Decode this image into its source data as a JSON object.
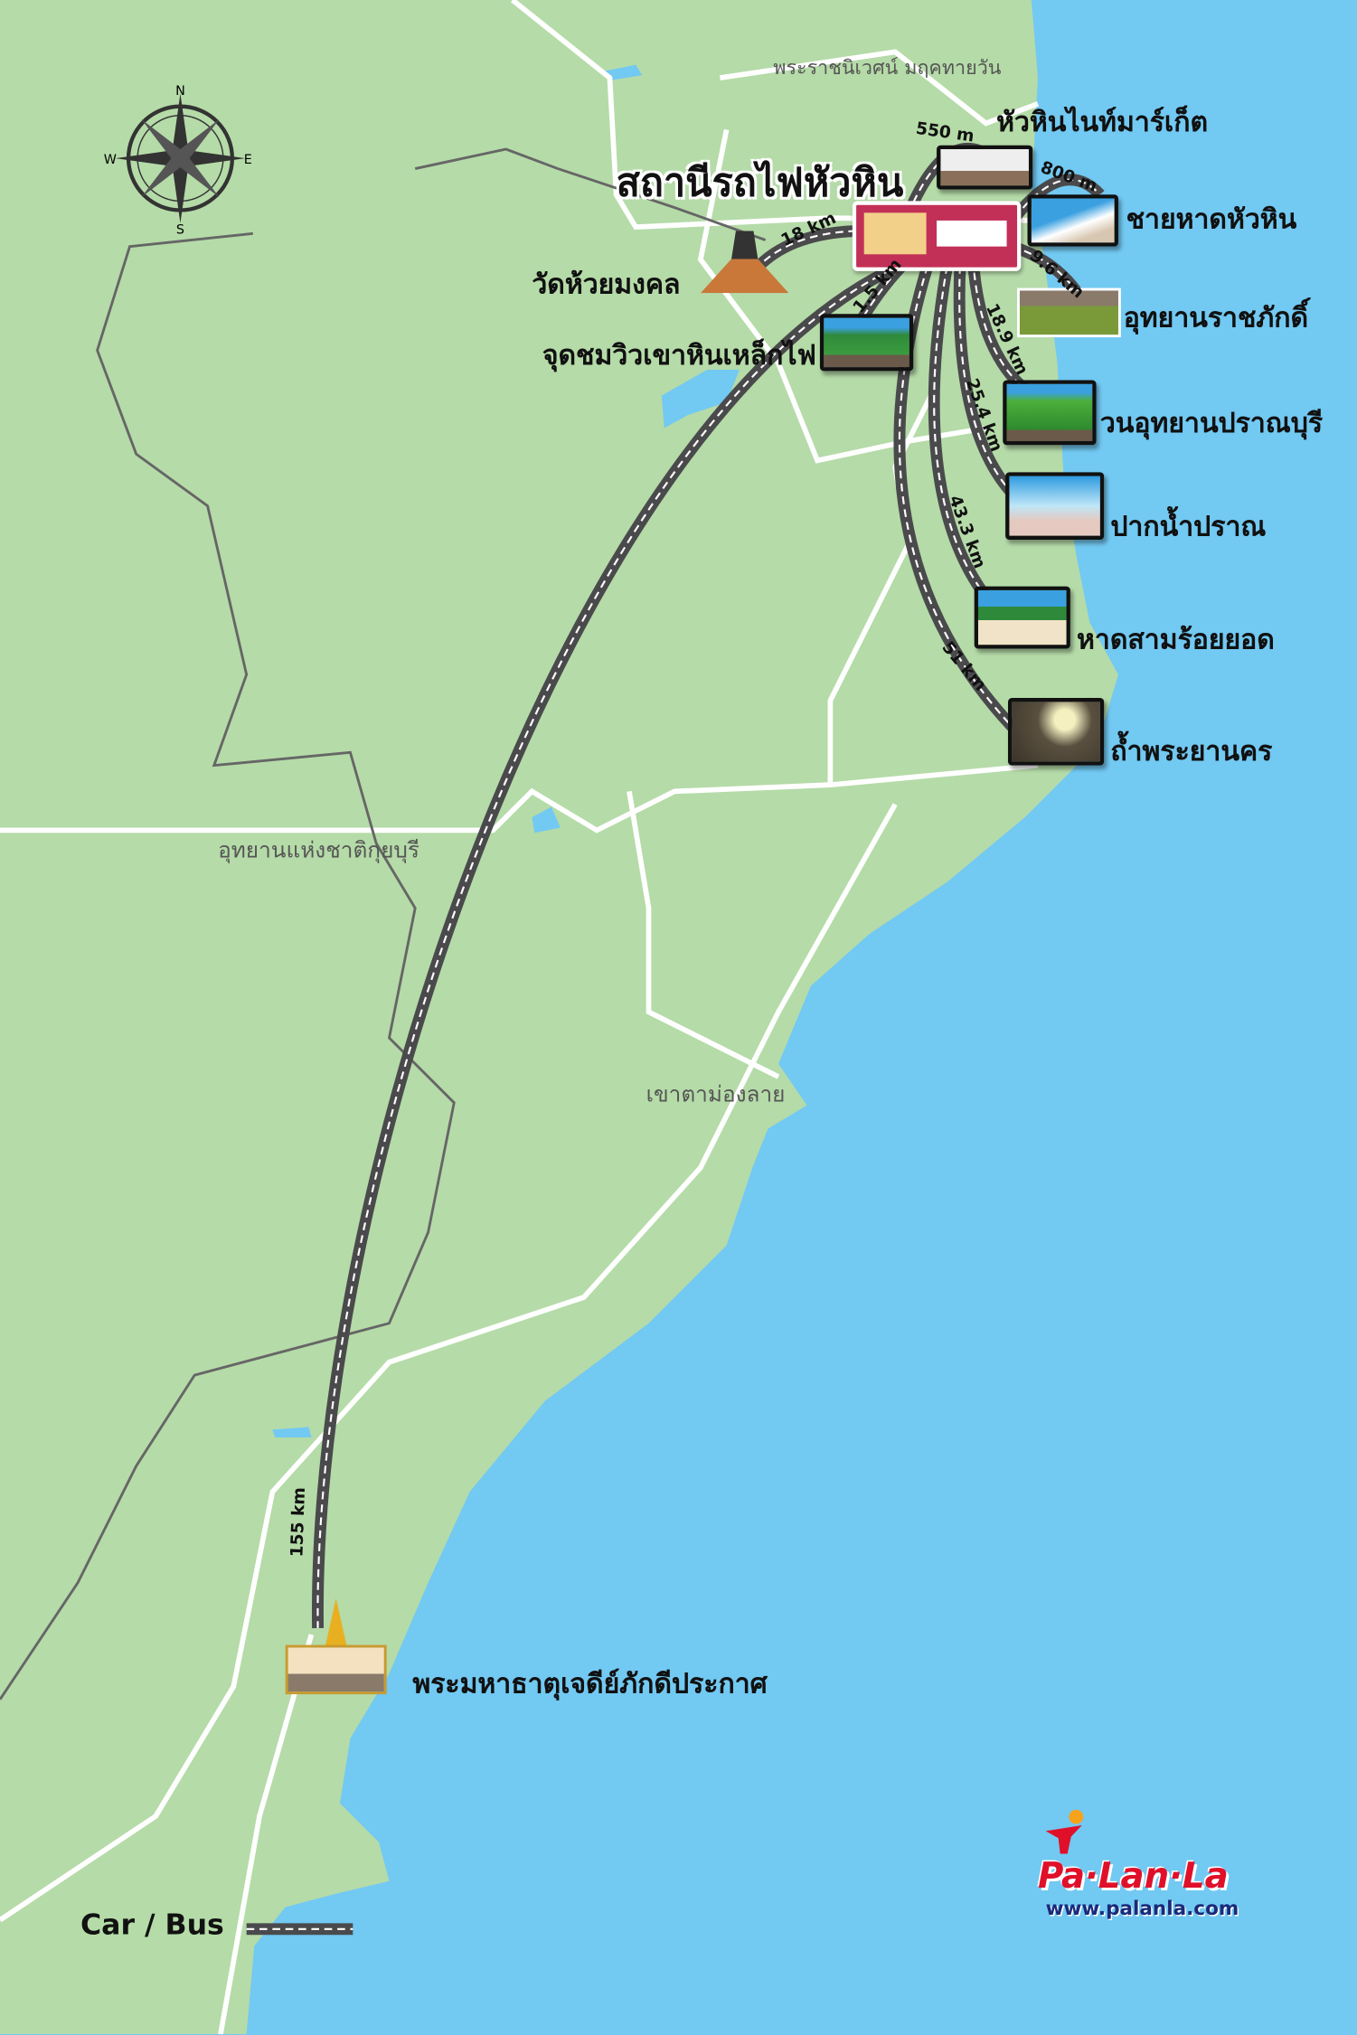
{
  "colors": {
    "land": "#b5dba8",
    "sea": "#72c9f2",
    "road": "#ffffff",
    "route": "#4a4a4c",
    "brand": "#e0102a"
  },
  "compass": {
    "n": "N",
    "e": "E",
    "s": "S",
    "w": "W"
  },
  "station": {
    "label": "สถานีรถไฟหัวหิน"
  },
  "places": [
    {
      "label": "หัวหินไนท์มาร์เก็ต",
      "distance": "550 m"
    },
    {
      "label": "ชายหาดหัวหิน",
      "distance": "800 m"
    },
    {
      "label": "วัดห้วยมงคล",
      "distance": "18 km"
    },
    {
      "label": "จุดชมวิวเขาหินเหล็กไฟ",
      "distance": "1.5 km"
    },
    {
      "label": "อุทยานราชภักดิ์",
      "distance": "9.6 km"
    },
    {
      "label": "วนอุทยานปราณบุรี",
      "distance": "18.9 km"
    },
    {
      "label": "ปากน้ำปราณ",
      "distance": "25.4 km"
    },
    {
      "label": "หาดสามร้อยยอด",
      "distance": "43.3 km"
    },
    {
      "label": "ถ้ำพระยานคร",
      "distance": "51 km"
    },
    {
      "label": "พระมหาธาตุเจดีย์ภักดีประกาศ",
      "distance": "155 km"
    }
  ],
  "regions": [
    "พระราชนิเวศน์ มฤคทายวัน",
    "อุทยานแห่งชาติกุยบุรี",
    "เขาตาม่องลาย"
  ],
  "legend": {
    "label": "Car / Bus"
  },
  "logo": {
    "name": "Pa·Lan·La",
    "url": "www.palanla.com"
  }
}
